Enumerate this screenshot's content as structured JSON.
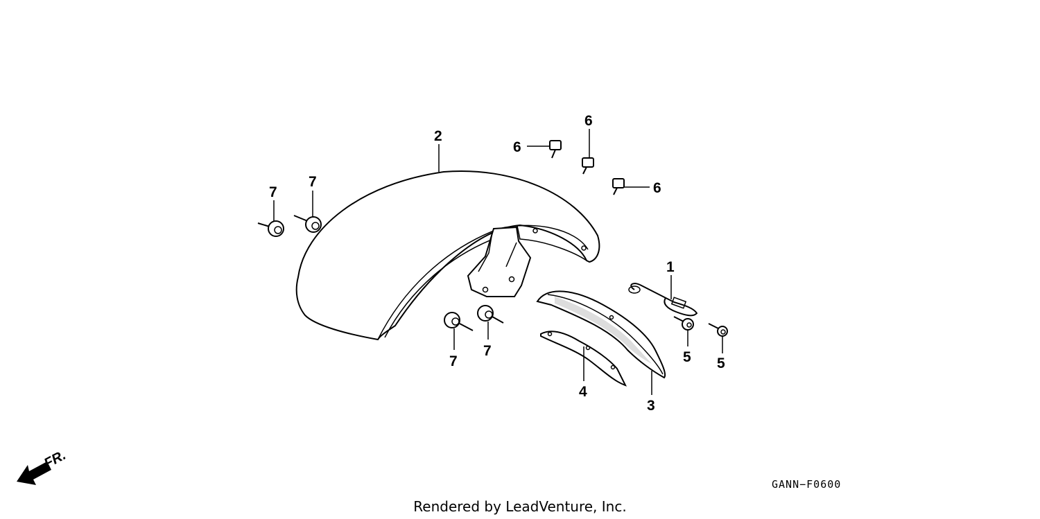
{
  "diagram": {
    "callouts": {
      "c1": "1",
      "c2": "2",
      "c3": "3",
      "c4": "4",
      "c5a": "5",
      "c5b": "5",
      "c6a": "6",
      "c6b": "6",
      "c6c": "6",
      "c7a": "7",
      "c7b": "7",
      "c7c": "7",
      "c7d": "7"
    },
    "direction_label": "FR.",
    "part_code": "GANN−F0600"
  },
  "footer": {
    "credit": "Rendered by LeadVenture, Inc."
  },
  "icons": {
    "direction_arrow": "front-direction-arrow-icon"
  }
}
